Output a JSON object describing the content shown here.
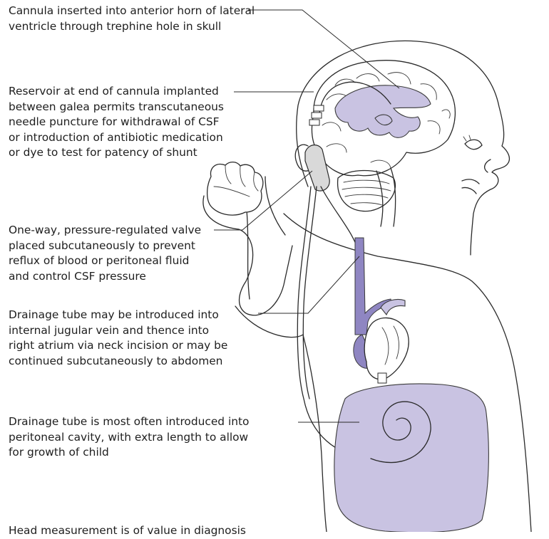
{
  "labels": {
    "cannula": "Cannula inserted into anterior horn of lateral\nventricle through trephine hole in skull",
    "reservoir": "Reservoir at end of cannula implanted\nbetween galea permits transcutaneous\nneedle puncture for withdrawal of CSF\nor introduction of antibiotic medication\nor dye to test for patency of shunt",
    "valve": "One-way, pressure-regulated valve\nplaced subcutaneously to prevent\nreflux of blood or peritoneal fluid\nand control CSF pressure",
    "jugular": "Drainage tube may be introduced into\ninternal jugular vein and thence into\nright atrium via neck incision or may be\ncontinued subcutaneously to abdomen",
    "peritoneal": "Drainage tube is most often introduced into\nperitoneal cavity, with extra length to allow\nfor growth of child",
    "head_measurement": "Head measurement is of value in diagnosis"
  },
  "colors": {
    "ventricle_fill": "#c9c3e2",
    "vessel_fill": "#8f86c2",
    "outline": "#2a2a2a"
  }
}
